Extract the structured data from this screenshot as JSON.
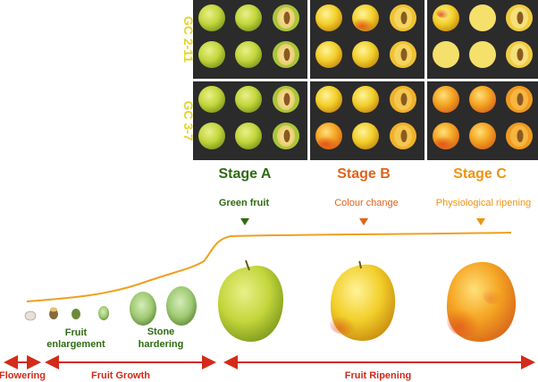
{
  "row_labels": {
    "gc211": "GC 2-11",
    "gc37": "GC 3-7"
  },
  "stages": [
    {
      "name": "Stage A",
      "description": "Green fruit",
      "color": "#2e6b12"
    },
    {
      "name": "Stage B",
      "description": "Colour change",
      "color": "#e0631a"
    },
    {
      "name": "Stage C",
      "description": "Physiological ripening",
      "color": "#ef9410"
    }
  ],
  "growth_labels": {
    "fruit_enlargement_line1": "Fruit",
    "fruit_enlargement_line2": "enlargement",
    "stone_hardering_line1": "Stone",
    "stone_hardering_line2": "hardering"
  },
  "phases": {
    "flowering": "Flowering",
    "fruit_growth": "Fruit Growth",
    "fruit_ripening": "Fruit Ripening"
  },
  "colors": {
    "row_label": "#e4d428",
    "growth_green": "#2e6b12",
    "phase_red": "#d42a1a",
    "curve": "#f0a020",
    "panel_bg": "#2b2b2b"
  }
}
